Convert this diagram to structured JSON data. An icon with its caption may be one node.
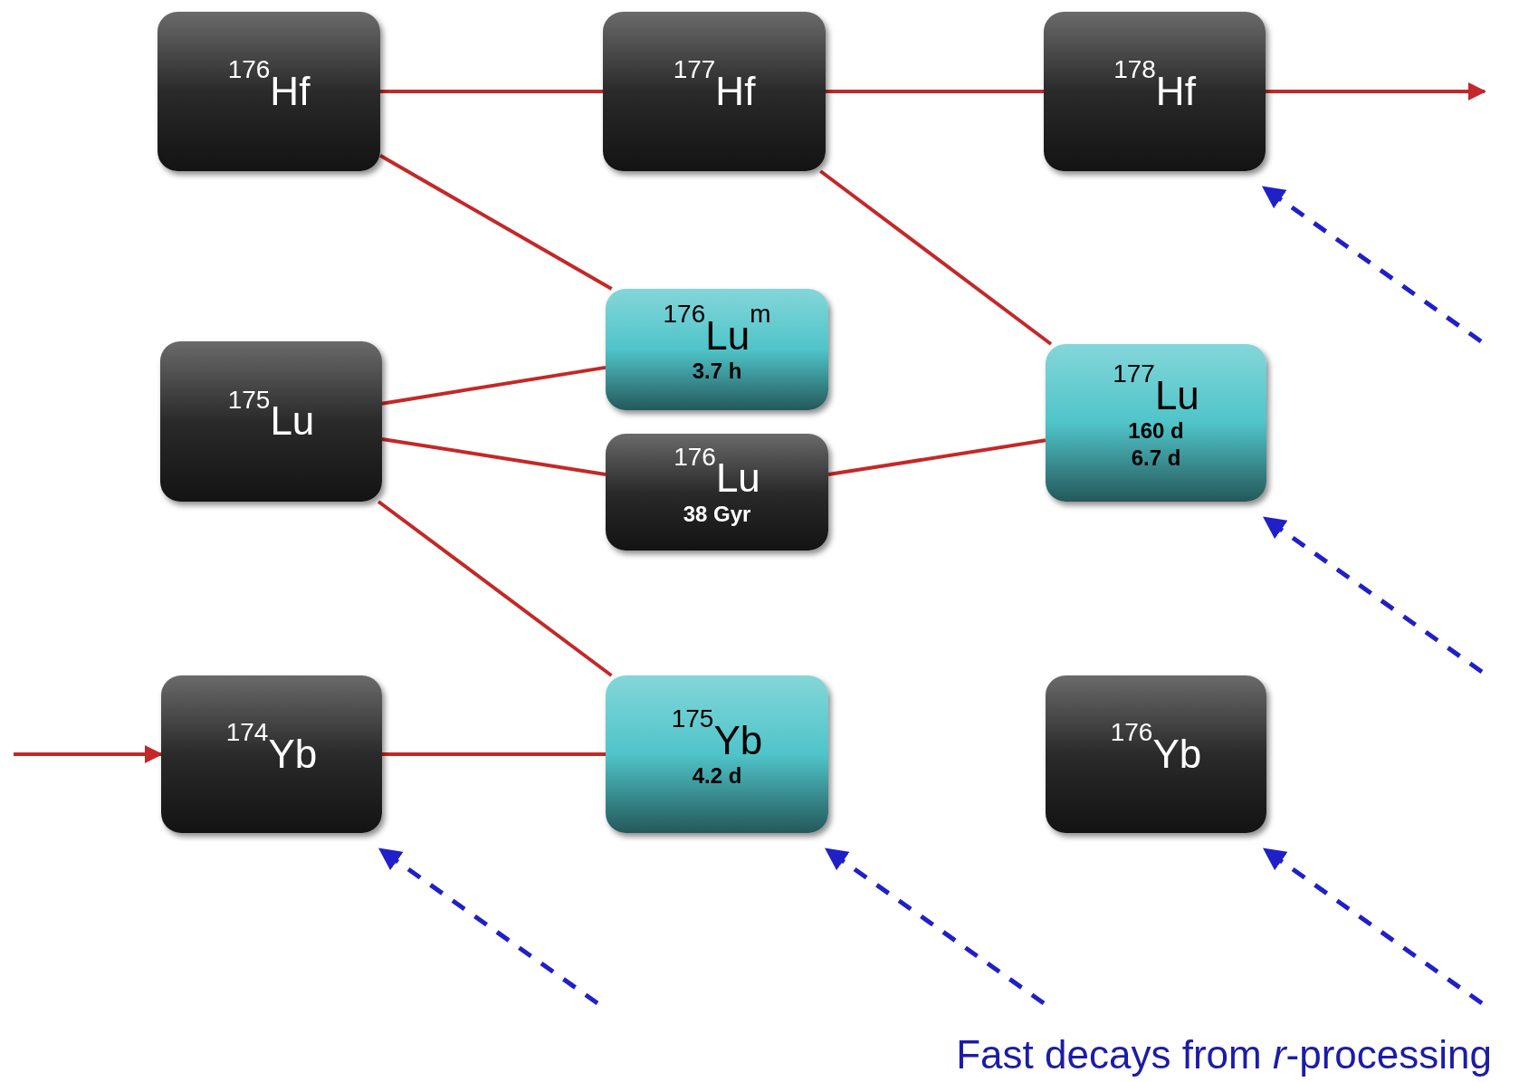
{
  "diagram": {
    "nodes": [
      {
        "text": [
          "$^{176}$Hf"
        ]
      },
      {
        "text": [
          "$^{177}$Hf"
        ]
      },
      {
        "text": [
          "$^{178}$Hf"
        ]
      },
      {
        "text": [
          "$^{176}$Lu$^{m}$",
          "3.7 h"
        ]
      },
      {
        "text": [
          "$^{175}$Lu"
        ]
      },
      {
        "text": [
          "$^{176}$Lu",
          "38 Gyr"
        ]
      },
      {
        "text": [
          "$^{177}$Lu",
          "160 d",
          "6.7 d"
        ]
      },
      {
        "text": [
          "$^{174}$Yb"
        ]
      },
      {
        "text": [
          "$^{175}$Yb",
          "4.2 d"
        ]
      },
      {
        "text": [
          "$^{176}$Yb"
        ]
      }
    ],
    "edges": [
      {
        "from": 0,
        "to": 1,
        "arrow": "none"
      },
      {
        "from": 1,
        "to": 2,
        "arrow": "none"
      },
      {
        "from": 2,
        "to": null,
        "arrow": "to"
      },
      {
        "from": 0,
        "to": 3,
        "arrow": "none"
      },
      {
        "from": 1,
        "to": 6,
        "arrow": "none"
      },
      {
        "from": 4,
        "to": 3,
        "arrow": "none"
      },
      {
        "from": 4,
        "to": 5,
        "arrow": "none"
      },
      {
        "from": 4,
        "to": 8,
        "arrow": "none"
      },
      {
        "from": 5,
        "to": 6,
        "arrow": "none"
      },
      {
        "from": 7,
        "to": 8,
        "arrow": "none"
      },
      {
        "from": null,
        "to": 7,
        "arrow": "to"
      },
      {
        "from": null,
        "to": 2,
        "arrow": "to",
        "style": "dashed",
        "color": "#2020c8"
      },
      {
        "from": null,
        "to": 6,
        "arrow": "to",
        "style": "dashed",
        "color": "#2020c8"
      },
      {
        "from": null,
        "to": 7,
        "arrow": "to",
        "style": "dashed",
        "color": "#2020c8"
      },
      {
        "from": null,
        "to": 8,
        "arrow": "to",
        "style": "dashed",
        "color": "#2020c8"
      },
      {
        "from": null,
        "to": 9,
        "arrow": "to",
        "style": "dashed",
        "color": "#2020c8"
      }
    ],
    "labels": [
      "Fast decays from *r*-processing"
    ]
  }
}
